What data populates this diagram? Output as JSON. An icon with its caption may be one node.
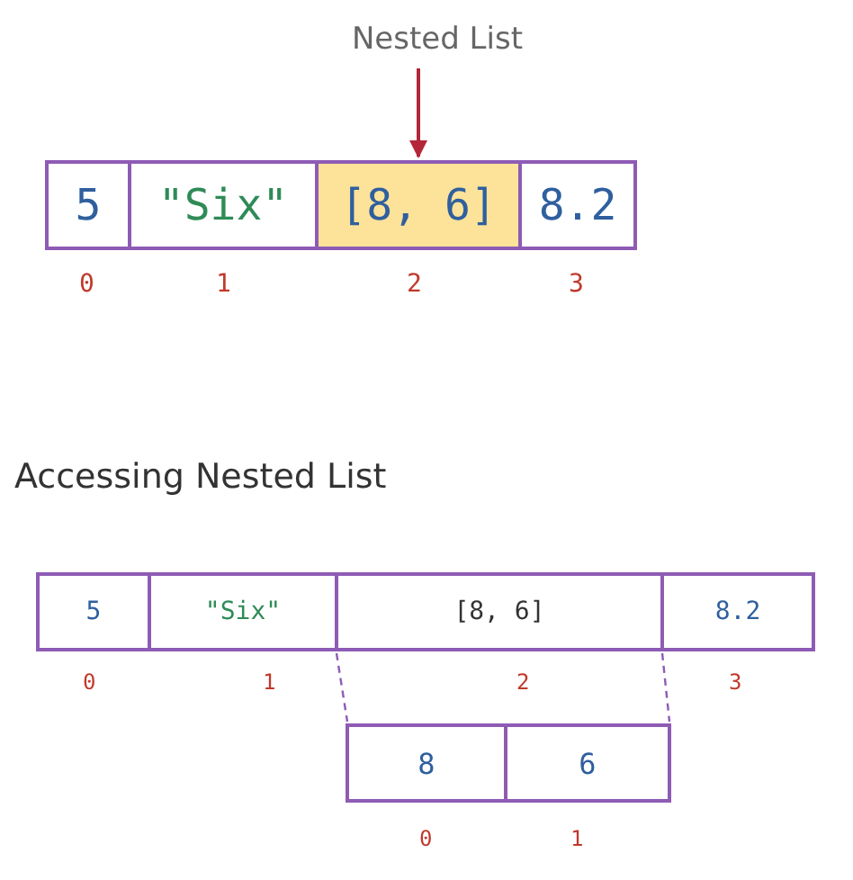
{
  "diagram": {
    "nodes": [
      {
        "text": [
          "Nested List"
        ]
      },
      {
        "text": [
          "5"
        ]
      },
      {
        "text": [
          "\"Six\""
        ]
      },
      {
        "text": [
          "[8, 6]"
        ]
      },
      {
        "text": [
          "8.2"
        ]
      },
      {
        "text": [
          "5"
        ]
      },
      {
        "text": [
          "\"Six\""
        ]
      },
      {
        "text": [
          "[8, 6]"
        ]
      },
      {
        "text": [
          "8.2"
        ]
      },
      {
        "text": [
          "8"
        ]
      },
      {
        "text": [
          "6"
        ]
      }
    ],
    "edges": [
      {
        "from": 0,
        "to": 3,
        "arrow": "to",
        "color": "#b3263a"
      },
      {
        "from": 7,
        "to": 9,
        "arrow": "none",
        "style": "dashed"
      },
      {
        "from": 7,
        "to": 10,
        "arrow": "none",
        "style": "dashed"
      }
    ],
    "labels": [
      "0",
      "1",
      "2",
      "3",
      "Accessing Nested List",
      "0",
      "1",
      "2",
      "3",
      "0",
      "1"
    ]
  }
}
